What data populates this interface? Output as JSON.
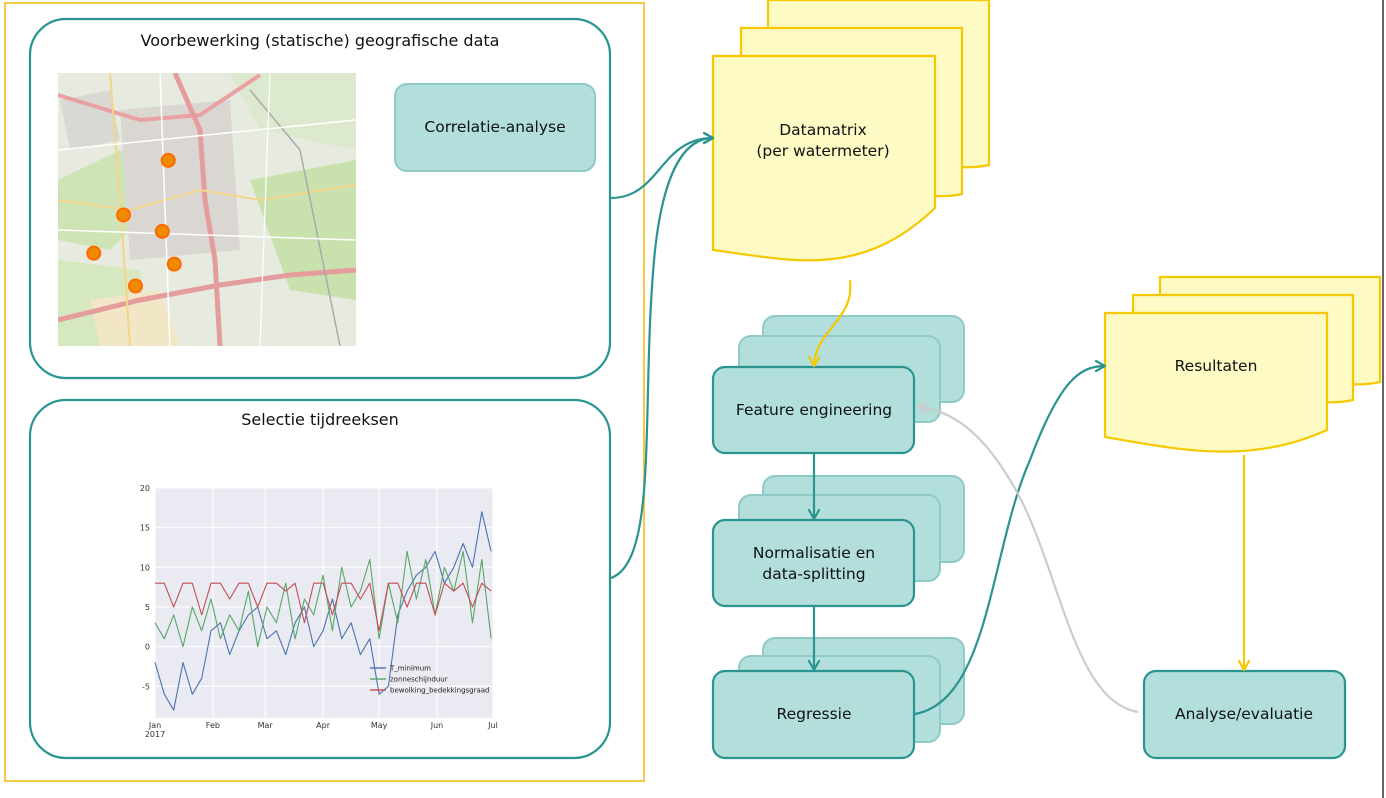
{
  "colors": {
    "teal_stroke": "#2a9490",
    "teal_fill": "#b2dfdc",
    "yellow_stroke": "#f5c800",
    "yellow_fill": "#fdfac4",
    "grey_arrow": "#cccccc",
    "outer_frame": "#f7c948",
    "marker_fill": "#f08a00",
    "marker_stroke": "#ff6a00"
  },
  "panels": {
    "geo": {
      "title": "Voorbewerking (statische) geografische data",
      "button": "Correlatie-analyse"
    },
    "series": {
      "title": "Selectie tijdreeksen"
    }
  },
  "documents": {
    "datamatrix": {
      "line1": "Datamatrix",
      "line2": "(per watermeter)"
    },
    "results": {
      "label": "Resultaten"
    }
  },
  "nodes": {
    "feature": "Feature engineering",
    "normalize": {
      "line1": "Normalisatie en",
      "line2": "data-splitting"
    },
    "regression": "Regressie",
    "evaluation": "Analyse/evaluatie"
  },
  "chart_data": {
    "type": "line",
    "x": [
      "2017-01-01",
      "2017-01-06",
      "2017-01-11",
      "2017-01-16",
      "2017-01-21",
      "2017-01-26",
      "2017-01-31",
      "2017-02-05",
      "2017-02-10",
      "2017-02-15",
      "2017-02-20",
      "2017-02-25",
      "2017-03-02",
      "2017-03-07",
      "2017-03-12",
      "2017-03-17",
      "2017-03-22",
      "2017-03-27",
      "2017-04-01",
      "2017-04-06",
      "2017-04-11",
      "2017-04-16",
      "2017-04-21",
      "2017-04-26",
      "2017-05-01",
      "2017-05-06",
      "2017-05-11",
      "2017-05-16",
      "2017-05-21",
      "2017-05-26",
      "2017-05-31",
      "2017-06-05",
      "2017-06-10",
      "2017-06-15",
      "2017-06-20",
      "2017-06-25",
      "2017-06-30"
    ],
    "series": [
      {
        "name": "T_minimum",
        "color": "#4c72b0",
        "values": [
          -2,
          -6,
          -8,
          -2,
          -6,
          -4,
          2,
          3,
          -1,
          2,
          4,
          5,
          1,
          2,
          -1,
          3,
          5,
          0,
          2,
          6,
          1,
          3,
          -1,
          1,
          -6,
          -5,
          4,
          7,
          9,
          10,
          12,
          8,
          10,
          13,
          10,
          17,
          12
        ]
      },
      {
        "name": "zonneschijnduur",
        "color": "#55a868",
        "values": [
          3,
          1,
          4,
          0,
          5,
          2,
          6,
          1,
          4,
          2,
          7,
          0,
          5,
          3,
          8,
          1,
          6,
          4,
          9,
          2,
          10,
          5,
          7,
          11,
          1,
          8,
          3,
          12,
          6,
          11,
          4,
          10,
          7,
          12,
          3,
          11,
          1
        ]
      },
      {
        "name": "bewolking_bedekkingsgraad",
        "color": "#c44e52",
        "values": [
          8,
          8,
          5,
          8,
          8,
          4,
          8,
          8,
          6,
          8,
          8,
          5,
          8,
          8,
          7,
          8,
          3,
          8,
          8,
          4,
          8,
          8,
          6,
          8,
          2,
          8,
          8,
          5,
          8,
          8,
          4,
          8,
          7,
          8,
          5,
          8,
          7
        ]
      }
    ],
    "xtick_labels": [
      "Jan",
      "Feb",
      "Mar",
      "Apr",
      "May",
      "Jun",
      "Jul"
    ],
    "xtick_sublabel": "2017",
    "ytick_labels": [
      "-5",
      "0",
      "5",
      "10",
      "15",
      "20"
    ],
    "ylim": [
      -9,
      20
    ],
    "legend_position": "lower-right",
    "grid": true
  },
  "map_markers": [
    {
      "lon": 0.37,
      "lat": 0.32
    },
    {
      "lon": 0.22,
      "lat": 0.52
    },
    {
      "lon": 0.35,
      "lat": 0.58
    },
    {
      "lon": 0.12,
      "lat": 0.66
    },
    {
      "lon": 0.39,
      "lat": 0.7
    },
    {
      "lon": 0.26,
      "lat": 0.78
    }
  ]
}
